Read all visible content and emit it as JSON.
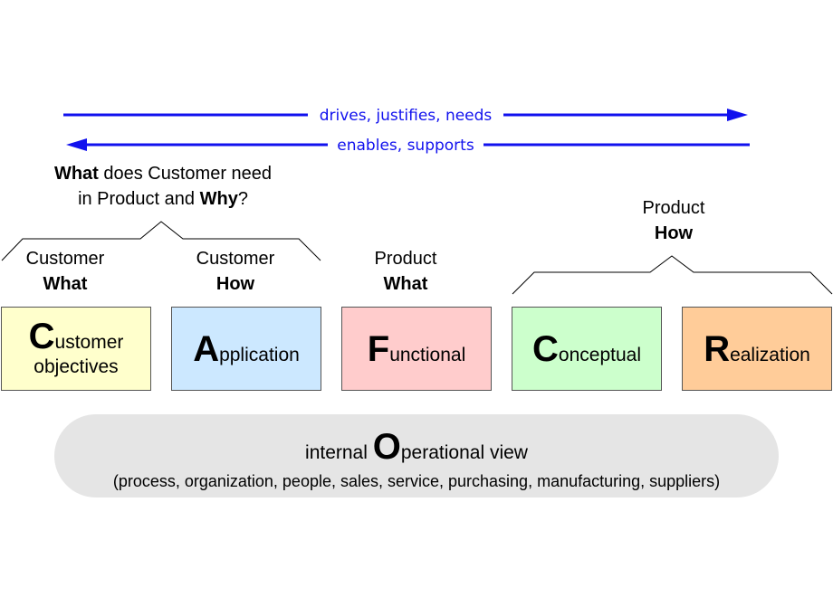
{
  "arrows": {
    "top_label": "drives, justifies, needs",
    "bottom_label": "enables, supports",
    "color": "#1111ee"
  },
  "question": {
    "line1_bold": "What",
    "line1_rest": " does Customer need",
    "line2_pre": "in Product and ",
    "line2_bold": "Why",
    "line2_post": "?"
  },
  "headings": {
    "customer_what": {
      "top": "Customer",
      "bottom": "What"
    },
    "customer_how": {
      "top": "Customer",
      "bottom": "How"
    },
    "product_what": {
      "top": "Product",
      "bottom": "What"
    },
    "product_how": {
      "top": "Product",
      "bottom": "How"
    }
  },
  "boxes": {
    "customer": {
      "first": "C",
      "rest": "ustomer",
      "line2": "objectives",
      "color": "#ffffcc"
    },
    "application": {
      "first": "A",
      "rest": "pplication",
      "color": "#cce8ff"
    },
    "functional": {
      "first": "F",
      "rest": "unctional",
      "color": "#ffcccc"
    },
    "conceptual": {
      "first": "C",
      "rest": "onceptual",
      "color": "#ccffcc"
    },
    "realization": {
      "first": "R",
      "rest": "ealization",
      "color": "#ffcc99"
    }
  },
  "operational": {
    "pre": "internal ",
    "first": "O",
    "rest": "perational view",
    "detail": "(process, organization, people, sales, service, purchasing, manufacturing, suppliers)",
    "color": "#e5e5e5"
  }
}
